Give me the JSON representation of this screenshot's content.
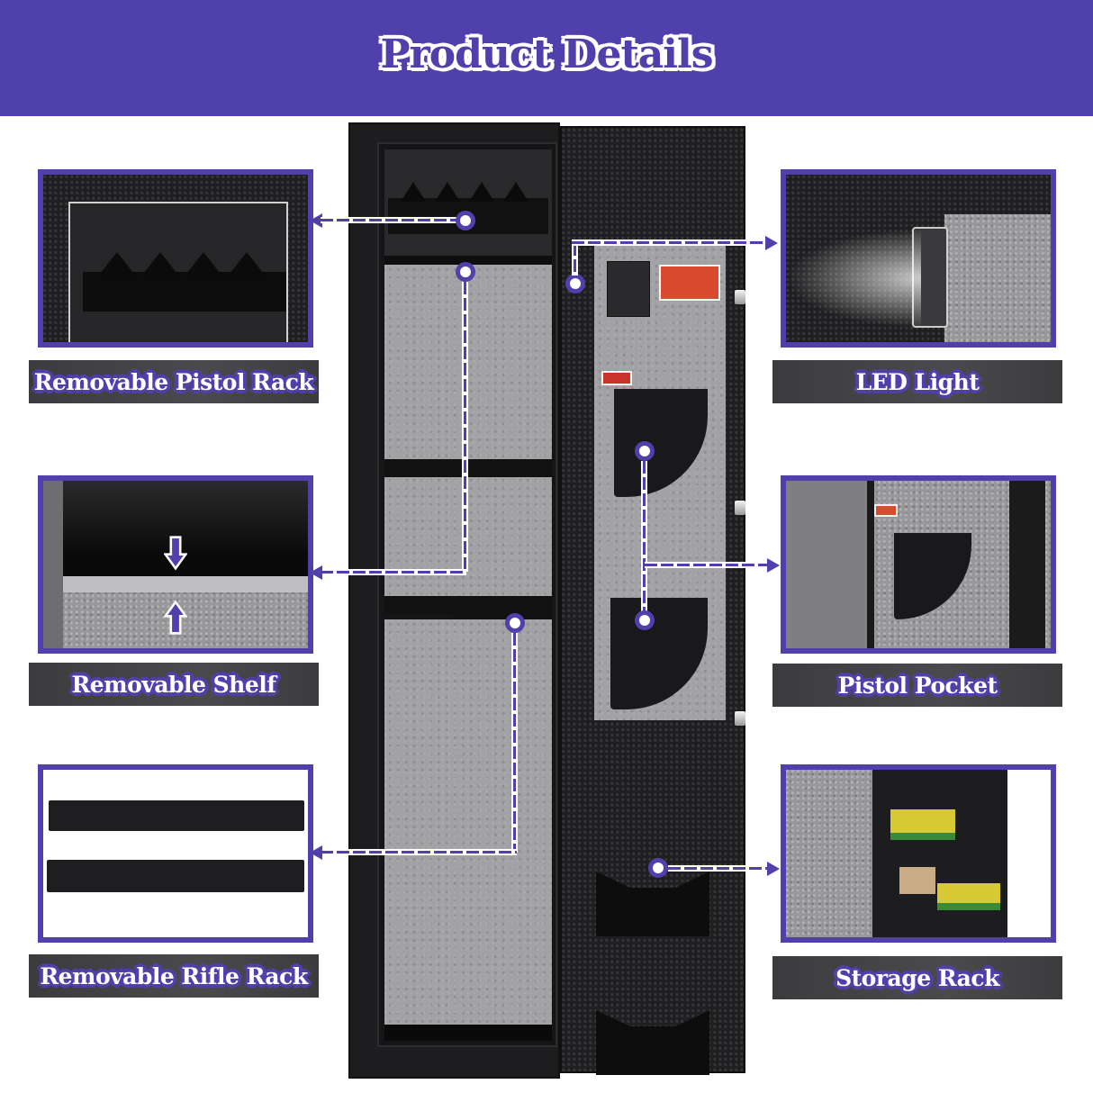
{
  "header": {
    "title": "Product Details",
    "background_color": "#5040ac"
  },
  "product": {
    "name": "gun safe",
    "sticker_labels": [
      "warning instructions sticker",
      "setting button sticker"
    ]
  },
  "callouts": {
    "left": [
      {
        "id": "pistol-rack",
        "label": "Removable Pistol Rack",
        "image": "close-up of pistol rack with 4 notches"
      },
      {
        "id": "shelf",
        "label": "Removable Shelf",
        "image": "shelf with down and up arrows"
      },
      {
        "id": "rifle-rack",
        "label": "Removable Rifle Rack",
        "image": "two black rifle rack bars"
      }
    ],
    "right": [
      {
        "id": "led-light",
        "label": "LED Light",
        "image": "LED light beam close-up"
      },
      {
        "id": "pistol-pocket",
        "label": "Pistol Pocket",
        "image": "pistol pocket on door felt"
      },
      {
        "id": "storage-rack",
        "label": "Storage Rack",
        "image": "storage rack holding ammo boxes"
      }
    ]
  },
  "colors": {
    "accent": "#5040ac",
    "label_bg": "#444446",
    "label_text": "#ffffff",
    "safe_body": "#1d1d1f",
    "felt": "#a2a2a4"
  }
}
